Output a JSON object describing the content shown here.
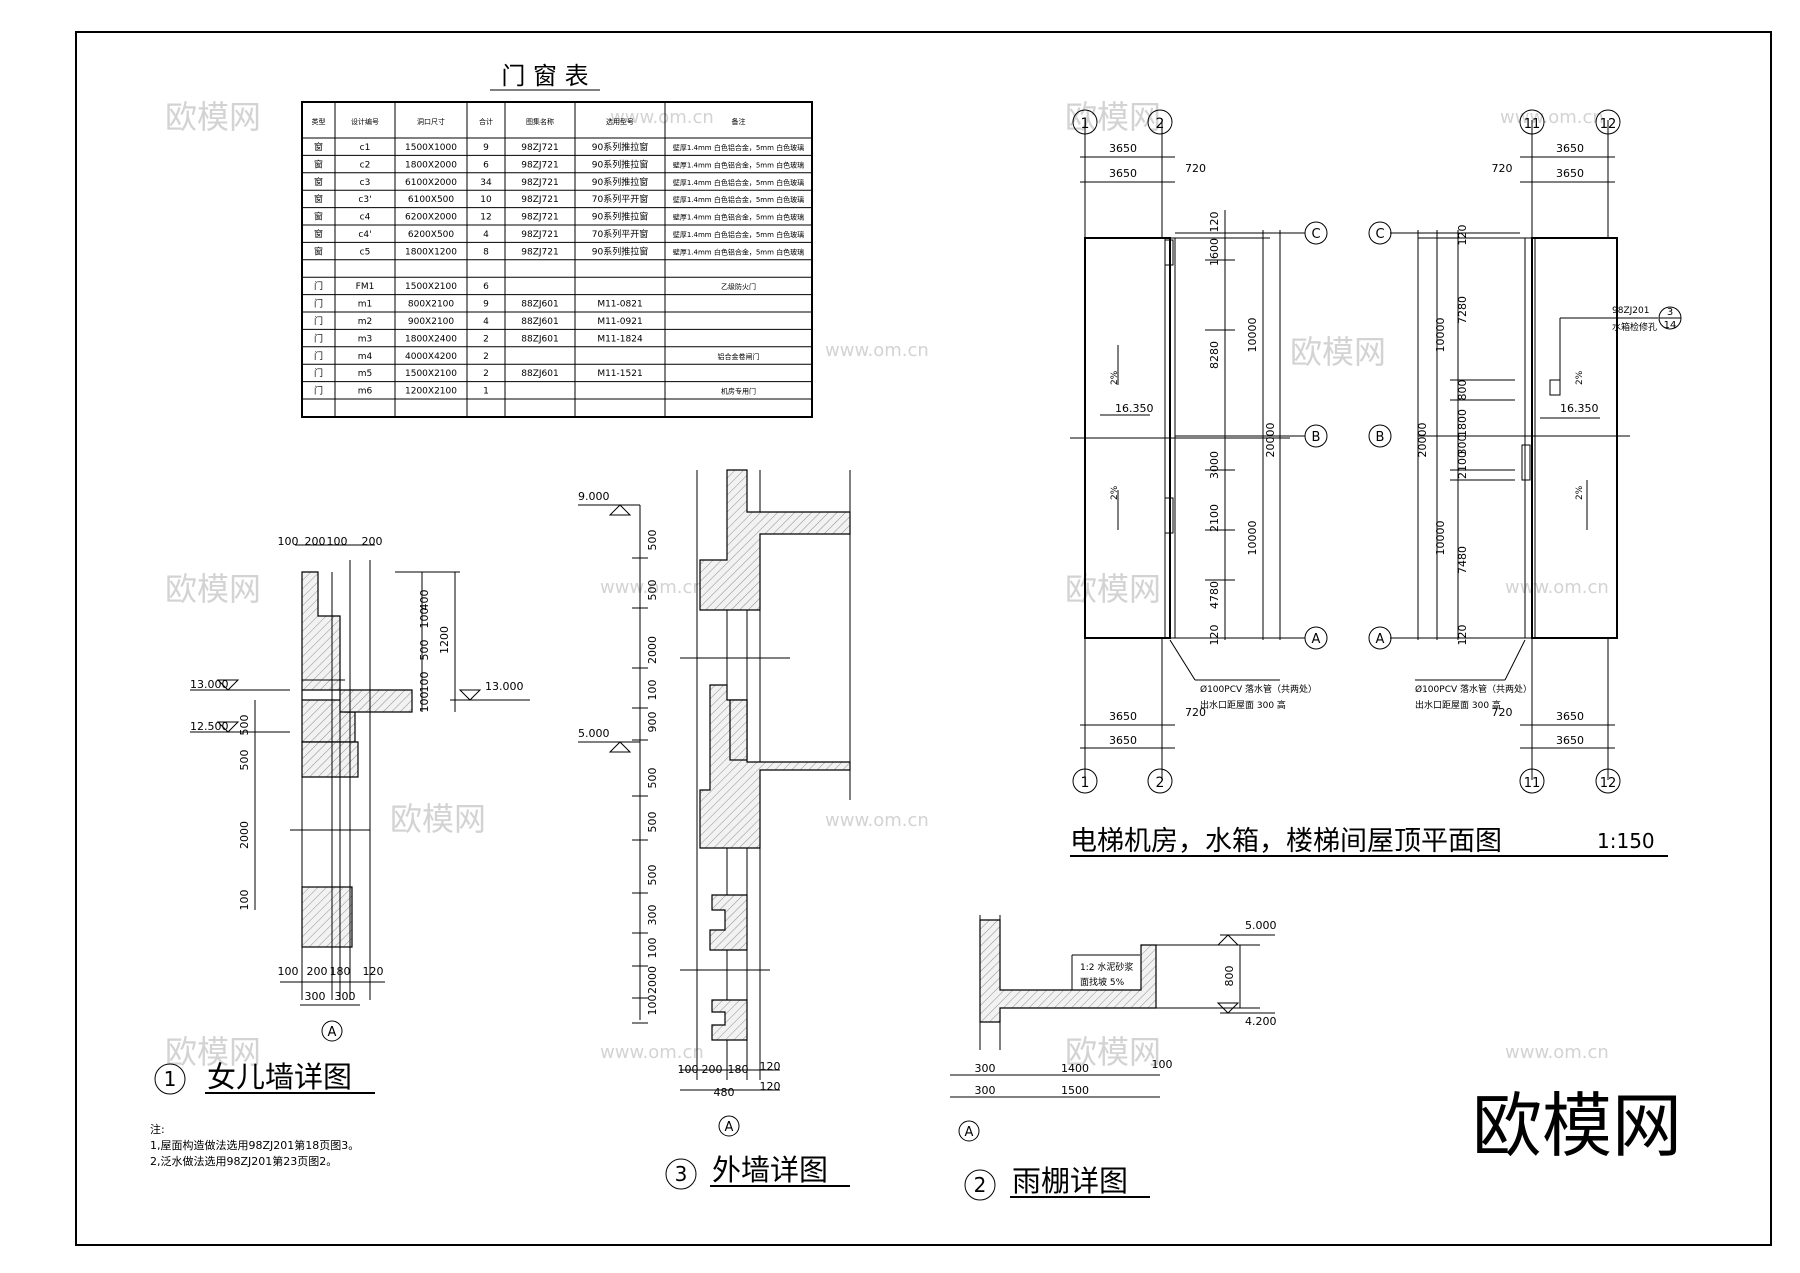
{
  "door_window_table": {
    "title": "门 窗 表",
    "headers": [
      "类型",
      "设计编号",
      "洞口尺寸",
      "合计",
      "图集名称",
      "选用型号",
      "备注"
    ],
    "rows": [
      [
        "窗",
        "c1",
        "1500X1000",
        "9",
        "98ZJ721",
        "90系列推拉窗",
        "壁厚1.4mm  白色铝合金，5mm 白色玻璃"
      ],
      [
        "窗",
        "c2",
        "1800X2000",
        "6",
        "98ZJ721",
        "90系列推拉窗",
        "壁厚1.4mm  白色铝合金，5mm 白色玻璃"
      ],
      [
        "窗",
        "c3",
        "6100X2000",
        "34",
        "98ZJ721",
        "90系列推拉窗",
        "壁厚1.4mm  白色铝合金，5mm 白色玻璃"
      ],
      [
        "窗",
        "c3'",
        "6100X500",
        "10",
        "98ZJ721",
        "70系列平开窗",
        "壁厚1.4mm  白色铝合金，5mm 白色玻璃"
      ],
      [
        "窗",
        "c4",
        "6200X2000",
        "12",
        "98ZJ721",
        "90系列推拉窗",
        "壁厚1.4mm  白色铝合金，5mm 白色玻璃"
      ],
      [
        "窗",
        "c4'",
        "6200X500",
        "4",
        "98ZJ721",
        "70系列平开窗",
        "壁厚1.4mm  白色铝合金，5mm 白色玻璃"
      ],
      [
        "窗",
        "c5",
        "1800X1200",
        "8",
        "98ZJ721",
        "90系列推拉窗",
        "壁厚1.4mm  白色铝合金，5mm 白色玻璃"
      ],
      [
        "",
        "",
        "",
        "",
        "",
        "",
        ""
      ],
      [
        "门",
        "FM1",
        "1500X2100",
        "6",
        "",
        "",
        "乙级防火门"
      ],
      [
        "门",
        "m1",
        "800X2100",
        "9",
        "88ZJ601",
        "M11-0821",
        ""
      ],
      [
        "门",
        "m2",
        "900X2100",
        "4",
        "88ZJ601",
        "M11-0921",
        ""
      ],
      [
        "门",
        "m3",
        "1800X2400",
        "2",
        "88ZJ601",
        "M11-1824",
        ""
      ],
      [
        "门",
        "m4",
        "4000X4200",
        "2",
        "",
        "",
        "铝合金卷闸门"
      ],
      [
        "门",
        "m5",
        "1500X2100",
        "2",
        "88ZJ601",
        "M11-1521",
        ""
      ],
      [
        "门",
        "m6",
        "1200X2100",
        "1",
        "",
        "",
        "机房专用门"
      ],
      [
        "",
        "",
        "",
        "",
        "",
        "",
        ""
      ]
    ]
  },
  "detail1": {
    "num": "1",
    "title": "女儿墙详图",
    "top_dims": [
      "100",
      "200",
      "100",
      "200"
    ],
    "right_dims": [
      "400",
      "100",
      "500",
      "100",
      "100",
      "1200"
    ],
    "left_dims": [
      "500",
      "500",
      "2000",
      "100"
    ],
    "elevations": [
      "13.000",
      "12.500",
      "13.000"
    ],
    "bottom_dims": [
      "100",
      "200",
      "180",
      "120",
      "300",
      "300"
    ],
    "axis": "A"
  },
  "detail3": {
    "num": "3",
    "title": "外墙详图",
    "elevations": [
      "9.000",
      "5.000"
    ],
    "left_dims": [
      "500",
      "500",
      "2000",
      "100",
      "900",
      "500",
      "500",
      "500",
      "300",
      "100",
      "2000",
      "100"
    ],
    "bottom_dims": [
      "100",
      "200",
      "180",
      "120",
      "480",
      "120"
    ],
    "axis": "A"
  },
  "detail2": {
    "num": "2",
    "title": "雨棚详图",
    "note_line1": "1:2 水泥砂浆",
    "note_line2": "面找坡 5%",
    "elevations": [
      "5.000",
      "4.200"
    ],
    "right_dim": "800",
    "bottom_dims": [
      "300",
      "1400",
      "100",
      "300",
      "1500"
    ],
    "axis": "A"
  },
  "roof_plan": {
    "title": "电梯机房，水箱，楼梯间屋顶平面图",
    "scale": "1:150",
    "left_axes_top": [
      "1",
      "2"
    ],
    "right_axes_top": [
      "11",
      "12"
    ],
    "row_axes": [
      "C",
      "B",
      "A"
    ],
    "top_dims": [
      "3650",
      "3650",
      "720"
    ],
    "vert_dims_left": [
      "120",
      "1600",
      "8280",
      "3000",
      "2100",
      "4780",
      "120"
    ],
    "vert_dims_total": [
      "10000",
      "10000",
      "20000"
    ],
    "vert_dims_right": [
      "120",
      "7280",
      "800",
      "1800",
      "300",
      "2100",
      "7480",
      "120"
    ],
    "elev": "16.350",
    "slope": "2%",
    "ref": "98ZJ201",
    "ref_detail": "3",
    "ref_sheet": "14",
    "ref_note": "水箱检修孔",
    "drain_note1": "Ø100PCV 落水管（共两处）",
    "drain_note2": "出水口距屋面 300 高"
  },
  "notes": {
    "label": "注:",
    "line1": "1,屋面构造做法选用98ZJ201第18页图3。",
    "line2": "2,泛水做法选用98ZJ201第23页图2。"
  },
  "watermark": {
    "big": "欧模网",
    "small": "欧模网",
    "url": "www.om.cn"
  }
}
